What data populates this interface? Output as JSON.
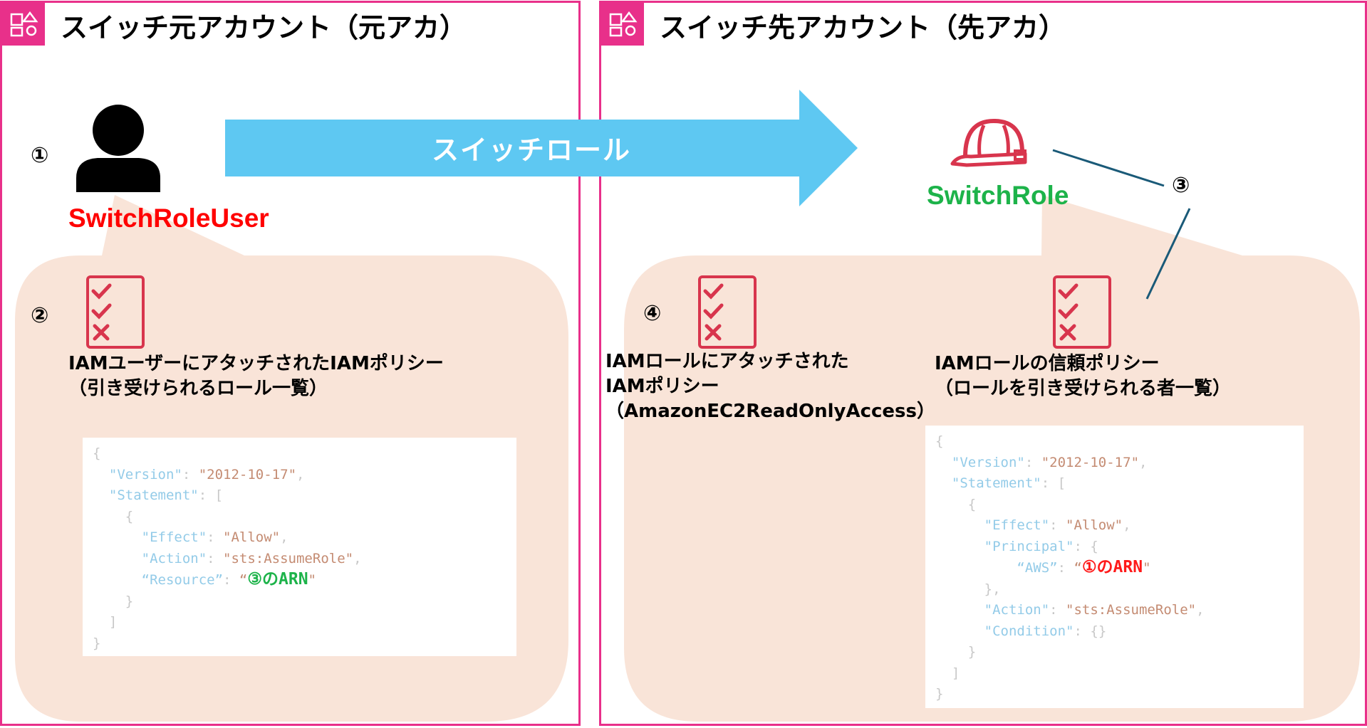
{
  "left_account": {
    "title": "スイッチ元アカウント（元アカ）",
    "step1": "①",
    "step2": "②",
    "user_label": "SwitchRoleUser",
    "policy_caption_line1": "IAMユーザーにアタッチされたIAMポリシー",
    "policy_caption_line2": "（引き受けられるロール一覧）",
    "code": {
      "open_brace": "{",
      "version_key": "\"Version\"",
      "version_value": "\"2012-10-17\"",
      "statement_key": "\"Statement\"",
      "stmt_open": "[",
      "obj_open": "{",
      "effect_key": "\"Effect\"",
      "effect_value": "\"Allow\"",
      "action_key": "\"Action\"",
      "action_value": "\"sts:AssumeRole\"",
      "resource_key": "“Resource”",
      "resource_open_quote": "“",
      "resource_value": "③のARN",
      "resource_close_quote": "\"",
      "obj_close": "}",
      "stmt_close": "]",
      "close_brace": "}"
    }
  },
  "right_account": {
    "title": "スイッチ先アカウント（先アカ）",
    "step3": "③",
    "step4": "④",
    "role_label": "SwitchRole",
    "attached_caption_line1": "IAMロールにアタッチされた",
    "attached_caption_line2": "IAMポリシー",
    "attached_caption_line3": "（AmazonEC2ReadOnlyAccess）",
    "trust_caption_line1": "IAMロールの信頼ポリシー",
    "trust_caption_line2": "（ロールを引き受けられる者一覧）",
    "code": {
      "open_brace": "{",
      "version_key": "\"Version\"",
      "version_value": "\"2012-10-17\"",
      "statement_key": "\"Statement\"",
      "stmt_open": "[",
      "obj_open": "{",
      "effect_key": "\"Effect\"",
      "effect_value": "\"Allow\"",
      "principal_key": "\"Principal\"",
      "principal_open": "{",
      "aws_key": "“AWS”",
      "aws_open_quote": "“",
      "aws_value": "①のARN",
      "aws_close_quote": "\"",
      "principal_close": "},",
      "action_key": "\"Action\"",
      "action_value": "\"sts:AssumeRole\"",
      "condition_key": "\"Condition\"",
      "condition_value": "{}",
      "obj_close": "}",
      "stmt_close": "]",
      "close_brace": "}"
    }
  },
  "arrow": {
    "label": "スイッチロール"
  },
  "colors": {
    "border": "#e8308a",
    "bubble": "#f9e4d8",
    "arrow": "#5ec8f2",
    "user_label": "#ff0000",
    "role_label": "#1db34a",
    "policy_icon": "#d8354d",
    "connector": "#1a5a78"
  },
  "icons": {
    "group": "group-icon",
    "user": "user-icon",
    "role": "helmet-icon",
    "policy": "policy-checklist-icon"
  }
}
